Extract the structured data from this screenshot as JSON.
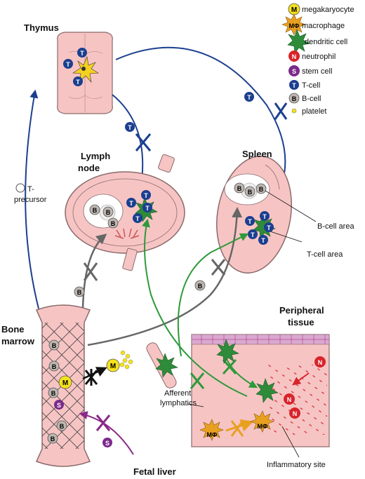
{
  "organs": {
    "thymus": "Thymus",
    "lymph_node_line1": "Lymph",
    "lymph_node_line2": "node",
    "spleen": "Spleen",
    "bone_marrow_line1": "Bone",
    "bone_marrow_line2": "marrow",
    "peripheral_line1": "Peripheral",
    "peripheral_line2": "tissue",
    "fetal_liver": "Fetal liver"
  },
  "annotations": {
    "t_precursor_line1": "T-",
    "t_precursor_line2": "precursor",
    "b_cell_area": "B-cell area",
    "t_cell_area": "T-cell area",
    "afferent_line1": "Afferent",
    "afferent_line2": "lymphatics",
    "inflammatory_site": "Inflammatory site"
  },
  "legend": [
    {
      "symbol": "M",
      "label": "megakaryocyte",
      "shape": "circle",
      "color": "#f5e21a"
    },
    {
      "symbol": "MΦ",
      "label": "macrophage",
      "shape": "star",
      "color": "#e8a020"
    },
    {
      "symbol": "",
      "label": "dendritic cell",
      "shape": "dendrite",
      "color": "#2e8b3a"
    },
    {
      "symbol": "N",
      "label": "neutrophil",
      "shape": "circle",
      "color": "#d8232a"
    },
    {
      "symbol": "S",
      "label": "stem cell",
      "shape": "circle",
      "color": "#7a2a8a"
    },
    {
      "symbol": "T",
      "label": "T-cell",
      "shape": "circle",
      "color": "#1b3f8f"
    },
    {
      "symbol": "B",
      "label": "B-cell",
      "shape": "circle",
      "color": "#bdb6b0"
    },
    {
      "symbol": "",
      "label": "platelet",
      "shape": "dot",
      "color": "#f5e21a"
    }
  ],
  "cell_symbols": {
    "t": "T",
    "b": "B",
    "m": "M",
    "s": "S",
    "n": "N",
    "mphi": "MΦ"
  },
  "colors": {
    "organ_fill": "#f7c4c4",
    "organ_stroke": "#8a6a6a",
    "t_cell": "#1b3f8f",
    "b_cell": "#bdb6b0",
    "dendritic": "#2e8b3a",
    "megakaryocyte": "#f5e21a",
    "neutrophil": "#d8232a",
    "stem_cell": "#7a2a8a",
    "macrophage": "#e8a020",
    "arrow_blue": "#1b3f8f",
    "arrow_green": "#2e9a3a",
    "arrow_grey": "#666666",
    "arrow_purple": "#8a2a8a",
    "arrow_orange": "#e8a020",
    "arrow_red": "#d8232a"
  }
}
